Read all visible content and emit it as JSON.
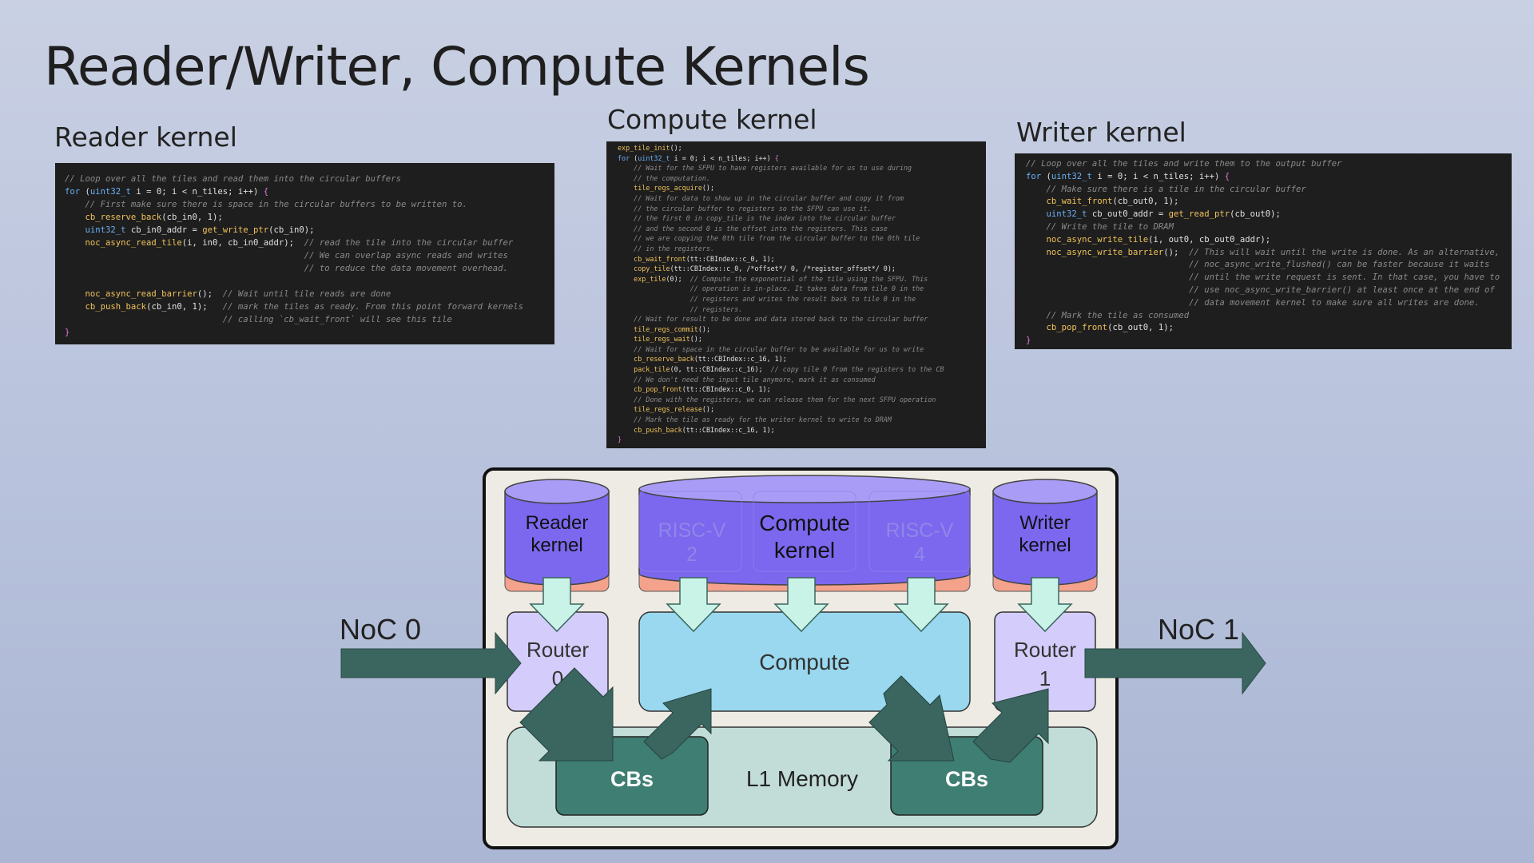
{
  "slide": {
    "title": "Reader/Writer, Compute Kernels"
  },
  "panels": {
    "reader_label": "Reader kernel",
    "compute_label": "Compute kernel",
    "writer_label": "Writer kernel"
  },
  "code": {
    "reader": [
      "// Loop over all the tiles and read them into the circular buffers",
      "for (uint32_t i = 0; i < n_tiles; i++) {",
      "    // First make sure there is space in the circular buffers to be written to.",
      "    cb_reserve_back(cb_in0, 1);",
      "    uint32_t cb_in0_addr = get_write_ptr(cb_in0);",
      "    noc_async_read_tile(i, in0, cb_in0_addr);  // read the tile into the circular buffer",
      "                                               // We can overlap async reads and writes",
      "                                               // to reduce the data movement overhead.",
      "",
      "    noc_async_read_barrier();  // Wait until tile reads are done",
      "    cb_push_back(cb_in0, 1);   // mark the tiles as ready. From this point forward kernels",
      "                               // calling `cb_wait_front` will see this tile",
      "}"
    ],
    "compute": [
      "exp_tile_init();",
      "for (uint32_t i = 0; i < n_tiles; i++) {",
      "    // Wait for the SFPU to have registers available for us to use during",
      "    // the computation.",
      "    tile_regs_acquire();",
      "    // Wait for data to show up in the circular buffer and copy it from",
      "    // the circular buffer to registers so the SFPU can use it.",
      "    // the first 0 in copy_tile is the index into the circular buffer",
      "    // and the second 0 is the offset into the registers. This case",
      "    // we are copying the 0th tile from the circular buffer to the 0th tile",
      "    // in the registers.",
      "    cb_wait_front(tt::CBIndex::c_0, 1);",
      "    copy_tile(tt::CBIndex::c_0, /*offset*/ 0, /*register_offset*/ 0);",
      "    exp_tile(0);  // Compute the exponential of the tile using the SFPU. This",
      "                  // operation is in-place. It takes data from tile 0 in the",
      "                  // registers and writes the result back to tile 0 in the",
      "                  // registers.",
      "    // Wait for result to be done and data stored back to the circular buffer",
      "    tile_regs_commit();",
      "    tile_regs_wait();",
      "    // Wait for space in the circular buffer to be available for us to write",
      "    cb_reserve_back(tt::CBIndex::c_16, 1);",
      "    pack_tile(0, tt::CBIndex::c_16);  // copy tile 0 from the registers to the CB",
      "    // We don't need the input tile anymore, mark it as consumed",
      "    cb_pop_front(tt::CBIndex::c_0, 1);",
      "    // Done with the registers, we can release them for the next SFPU operation",
      "    tile_regs_release();",
      "    // Mark the tile as ready for the writer kernel to write to DRAM",
      "    cb_push_back(tt::CBIndex::c_16, 1);",
      "}"
    ],
    "writer": [
      "// Loop over all the tiles and write them to the output buffer",
      "for (uint32_t i = 0; i < n_tiles; i++) {",
      "    // Make sure there is a tile in the circular buffer",
      "    cb_wait_front(cb_out0, 1);",
      "    uint32_t cb_out0_addr = get_read_ptr(cb_out0);",
      "    // Write the tile to DRAM",
      "    noc_async_write_tile(i, out0, cb_out0_addr);",
      "    noc_async_write_barrier();  // This will wait until the write is done. As an alternative,",
      "                                // noc_async_write_flushed() can be faster because it waits",
      "                                // until the write request is sent. In that case, you have to",
      "                                // use noc_async_write_barrier() at least once at the end of",
      "                                // data movement kernel to make sure all writes are done.",
      "    // Mark the tile as consumed",
      "    cb_pop_front(cb_out0, 1);",
      "}"
    ]
  },
  "diagram": {
    "reader_kernel_line1": "Reader",
    "reader_kernel_line2": "kernel",
    "compute_kernel_line1": "Compute",
    "compute_kernel_line2": "kernel",
    "writer_kernel_line1": "Writer",
    "writer_kernel_line2": "kernel",
    "riscv2_line1": "RISC-V",
    "riscv2_line2": "2",
    "riscv4_line1": "RISC-V",
    "riscv4_line2": "4",
    "noc0_label": "NoC 0",
    "noc1_label": "NoC 1",
    "router0_line1": "Router",
    "router0_line2": "0",
    "router1_line1": "Router",
    "router1_line2": "1",
    "compute_label": "Compute",
    "l1_memory_label": "L1 Memory",
    "cbs_left_label": "CBs",
    "cbs_right_label": "CBs",
    "colors": {
      "kernel_purple": "#7b68ee",
      "salmon": "#f4a28c",
      "router_lavender": "#d4ccfa",
      "compute_blue": "#99d8ee",
      "l1_teal": "#c2ddd8",
      "cbs_green": "#3f7e73",
      "arrow_dark": "#3b665f",
      "arrow_mint": "#c9f3e7"
    }
  }
}
